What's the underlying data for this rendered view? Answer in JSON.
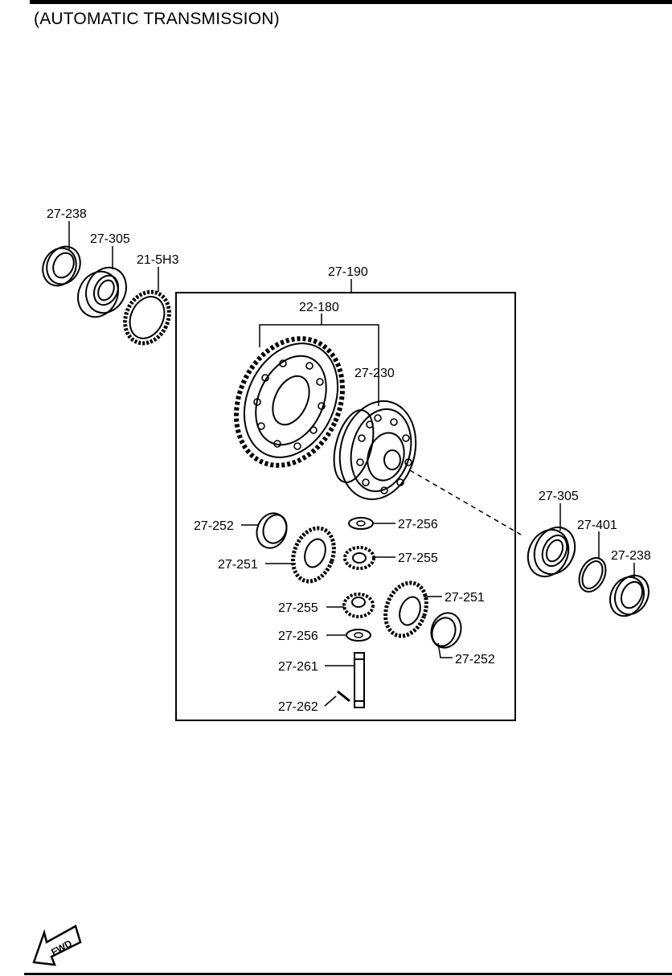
{
  "header": {
    "title": "(AUTOMATIC TRANSMISSION)"
  },
  "labels": {
    "p27_238_a": "27-238",
    "p27_305_a": "27-305",
    "p21_5H3": "21-5H3",
    "p27_190": "27-190",
    "p22_180": "22-180",
    "p27_230": "27-230",
    "p27_252_a": "27-252",
    "p27_256_a": "27-256",
    "p27_251_a": "27-251",
    "p27_255_a": "27-255",
    "p27_255_b": "27-255",
    "p27_251_b": "27-251",
    "p27_256_b": "27-256",
    "p27_252_b": "27-252",
    "p27_261": "27-261",
    "p27_262": "27-262",
    "p27_305_b": "27-305",
    "p27_401": "27-401",
    "p27_238_b": "27-238"
  },
  "fwd_label": "FWD",
  "icons": {
    "fwd": "fwd-arrow-icon"
  }
}
